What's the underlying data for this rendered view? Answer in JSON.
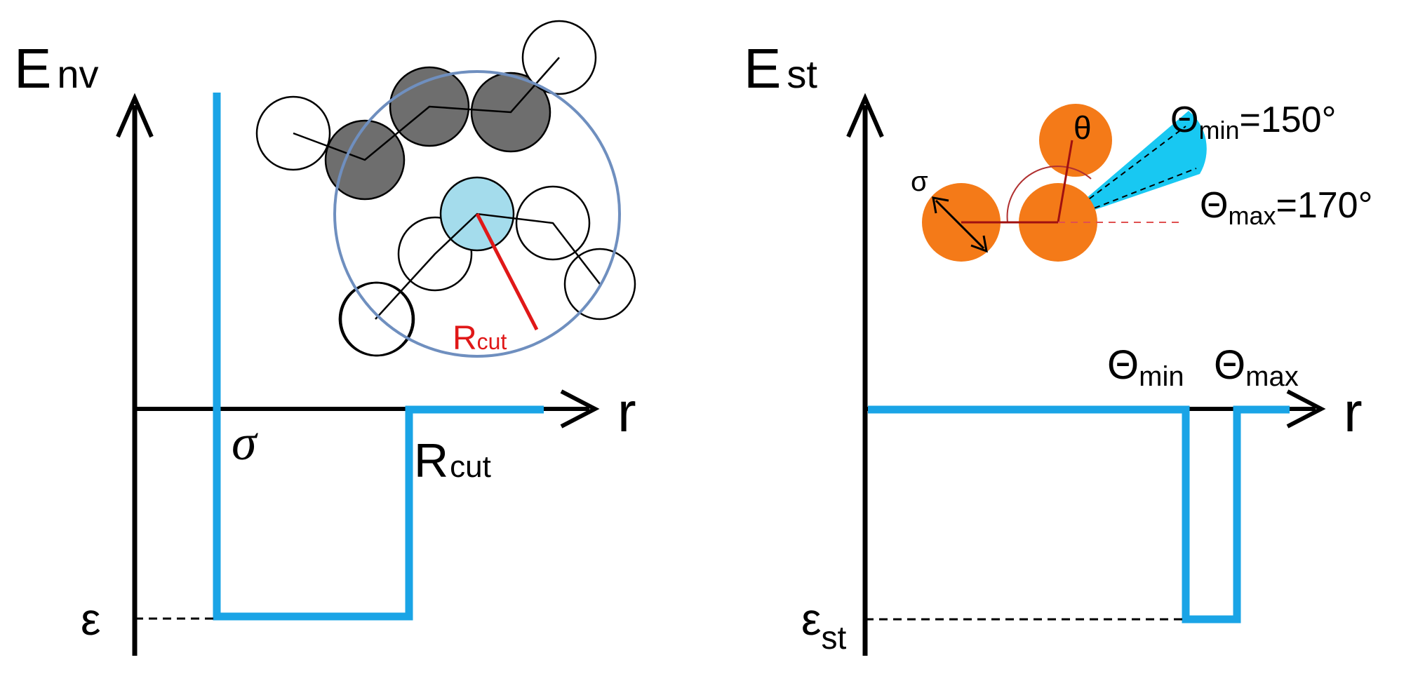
{
  "colors": {
    "potential_line": "#1aa4e6",
    "axis": "#000000",
    "cutoff_circle": "#6f8fbf",
    "cutoff_radius": "#e01818",
    "gray_monomer": "#6e6e6e",
    "highlight_monomer": "#a4dcec",
    "stacking_monomer": "#f47a18",
    "cone": "#18c8f2",
    "angle_arc": "#b03030"
  },
  "left_panel": {
    "axis_y_main": "E",
    "axis_y_sub": "nv",
    "axis_x": "r",
    "sigma": "σ",
    "epsilon": "ε",
    "rcut_main": "R",
    "rcut_sub": "cut",
    "inset_rcut_main": "R",
    "inset_rcut_sub": "cut"
  },
  "right_panel": {
    "axis_y_main": "E",
    "axis_y_sub": "st",
    "axis_x": "r",
    "epsilon_main": "ε",
    "epsilon_sub": "st",
    "theta_min_main": "Θ",
    "theta_min_sub": "min",
    "theta_max_main": "Θ",
    "theta_max_sub": "max",
    "inset_sigma": "σ",
    "inset_theta": "θ",
    "inset_min_main": "Θ",
    "inset_min_sub": "min",
    "inset_min_value": "=150°",
    "inset_max_main": "Θ",
    "inset_max_sub": "max",
    "inset_max_value": "=170°"
  }
}
